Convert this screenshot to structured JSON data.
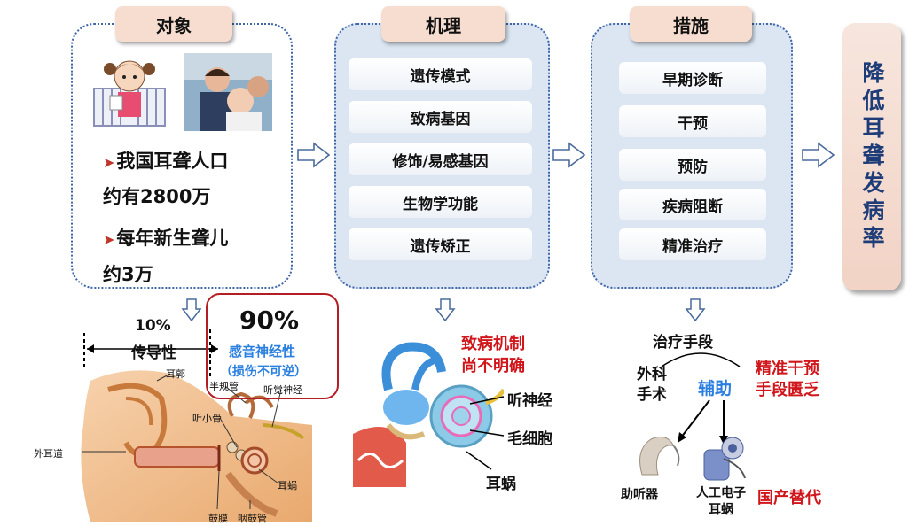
{
  "columns": [
    {
      "title": "对象"
    },
    {
      "title": "机理",
      "items": [
        "遗传模式",
        "致病基因",
        "修饰/易感基因",
        "生物学功能",
        "遗传矫正"
      ]
    },
    {
      "title": "措施",
      "items": [
        "早期诊断",
        "干预",
        "预防",
        "疾病阻断",
        "精准治疗"
      ]
    }
  ],
  "subject": {
    "line1": "我国耳聋人口",
    "line2": "约有2800万",
    "line3": "每年新生聋儿",
    "line4": "约3万"
  },
  "goal": "降低耳聋发病率",
  "ear": {
    "pct10": "10%",
    "conductive": "传导性",
    "pct90": "90%",
    "sensorineural": "感音神经性",
    "irreversible": "（损伤不可逆）",
    "labels": {
      "auricle": "耳郭",
      "canals": "半规管",
      "ossicles": "听小骨",
      "aud_nerve": "听觉神经",
      "ear_canal": "外耳道",
      "cochlea": "耳蜗",
      "eardrum": "鼓膜",
      "eustachian": "咽鼓管"
    }
  },
  "mechanism": {
    "note_line1": "致病机制",
    "note_line2": "尚不明确",
    "labels": {
      "nerve": "听神经",
      "hair_cell": "毛细胞",
      "cochlea": "耳蜗"
    }
  },
  "treatment": {
    "title": "治疗手段",
    "surgery": "外科\n手术",
    "assist": "辅助",
    "hearing_aid": "助听器",
    "implant": "人工电子\n耳蜗",
    "note_line1": "精准干预",
    "note_line2": "手段匮乏",
    "domestic": "国产替代"
  },
  "colors": {
    "panel_border": "#3f66a8",
    "panel_fill": "#dbe6f2",
    "tab_fill": "#f6ddd0",
    "goal_text": "#1d3c78",
    "highlight_red": "#d0161b",
    "highlight_blue": "#2a7fe0",
    "box_border": "#b51d24"
  }
}
